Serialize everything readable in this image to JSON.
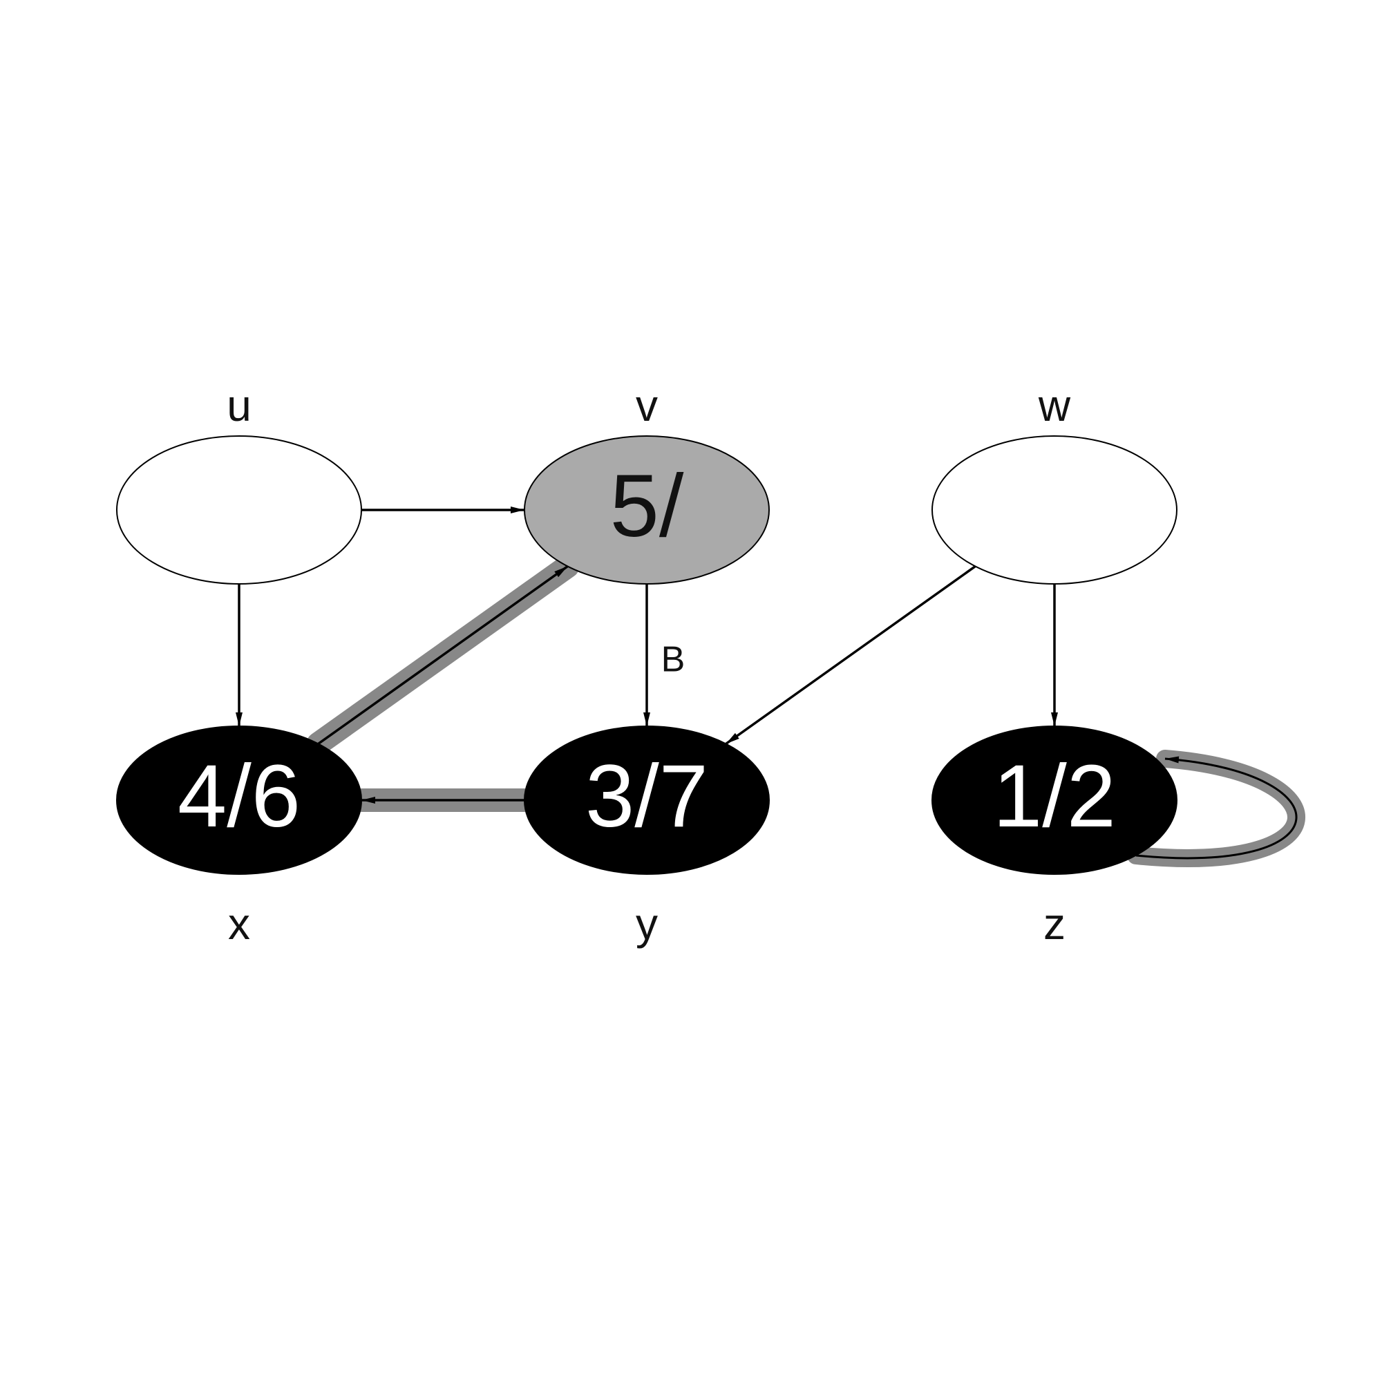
{
  "diagram": {
    "nodes": [
      {
        "id": "u",
        "label": "u",
        "value": "",
        "state": "white"
      },
      {
        "id": "v",
        "label": "v",
        "value": "5/",
        "state": "gray"
      },
      {
        "id": "w",
        "label": "w",
        "value": "",
        "state": "white"
      },
      {
        "id": "x",
        "label": "x",
        "value": "4/6",
        "state": "black"
      },
      {
        "id": "y",
        "label": "y",
        "value": "3/7",
        "state": "black"
      },
      {
        "id": "z",
        "label": "z",
        "value": "1/2",
        "state": "black"
      }
    ],
    "edges": [
      {
        "from": "u",
        "to": "v",
        "tree": false,
        "label": ""
      },
      {
        "from": "u",
        "to": "x",
        "tree": false,
        "label": ""
      },
      {
        "from": "v",
        "to": "y",
        "tree": false,
        "label": "B"
      },
      {
        "from": "w",
        "to": "y",
        "tree": false,
        "label": ""
      },
      {
        "from": "w",
        "to": "z",
        "tree": false,
        "label": ""
      },
      {
        "from": "x",
        "to": "v",
        "tree": true,
        "label": ""
      },
      {
        "from": "y",
        "to": "x",
        "tree": true,
        "label": ""
      },
      {
        "from": "z",
        "to": "z",
        "tree": true,
        "label": ""
      }
    ],
    "colors": {
      "white_node": "#ffffff",
      "gray_node": "#aaaaaa",
      "black_node": "#000000",
      "tree_edge_highlight": "#888888",
      "edge": "#000000"
    }
  }
}
